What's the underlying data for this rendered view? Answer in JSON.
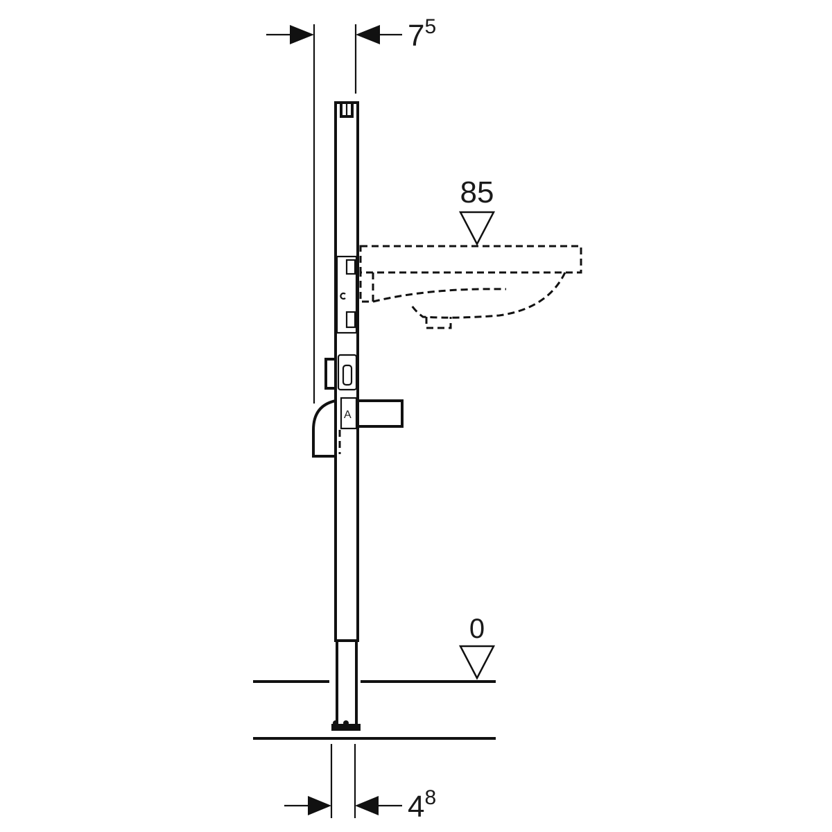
{
  "diagram": {
    "type": "technical-installation-drawing",
    "subject": "wall-mounted washbasin installation frame (side elevation)",
    "colors": {
      "line": "#111111",
      "background": "#ffffff"
    },
    "dimensions": {
      "top_width": {
        "main": "7",
        "sup": "5"
      },
      "bottom_width": {
        "main": "4",
        "sup": "8"
      }
    },
    "levels": {
      "basin_rim": "85",
      "floor": "0"
    }
  }
}
